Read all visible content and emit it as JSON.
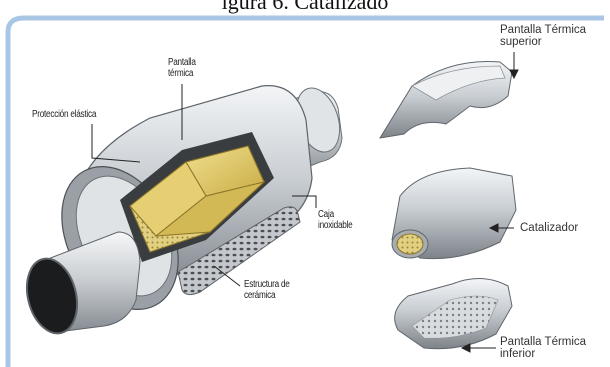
{
  "caption": "igura 6. Catalizado",
  "labels": {
    "pantalla_termica": "Pantalla\ntérmica",
    "proteccion_elastica": "Protección elástica",
    "caja_inoxidable": "Caja\ninoxidable",
    "estructura_ceramica": "Estructura de\ncerámica",
    "pantalla_superior": "Pantalla Térmica\nsuperior",
    "catalizador": "Catalizador",
    "pantalla_inferior": "Pantalla Térmica\ninferior"
  },
  "colors": {
    "frame": "#a9c6e4",
    "metal_light": "#e9ecef",
    "metal_mid": "#b9bec4",
    "metal_dark": "#5f646a",
    "ceramic": "#e7d27a",
    "ceramic_dark": "#b79a3a"
  }
}
